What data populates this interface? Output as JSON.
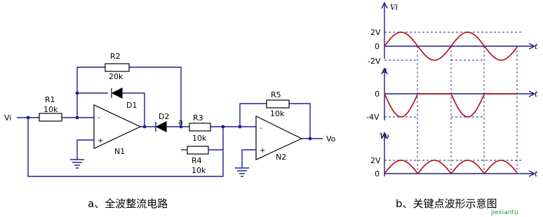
{
  "circuit": {
    "caption": "a、全波整流电路",
    "input": "Vi",
    "output": "Vo",
    "R1": {
      "name": "R1",
      "value": "10k"
    },
    "R2": {
      "name": "R2",
      "value": "20k"
    },
    "R3": {
      "name": "R3",
      "value": "10k"
    },
    "R4": {
      "name": "R4",
      "value": "10k"
    },
    "R5": {
      "name": "R5",
      "value": "10k"
    },
    "D1": "D1",
    "D2": "D2",
    "node_a": "a",
    "N1": "N1",
    "N2": "N2",
    "minus": "-",
    "plus": "+"
  },
  "waveforms": {
    "caption": "b、关键点波形示意图",
    "watermark": "jiexiantu",
    "time_label": "t",
    "panels": [
      {
        "name": "Vi",
        "ylabel": "Vi",
        "ticks": [
          "2V",
          "0",
          "-2V"
        ]
      },
      {
        "name": "a",
        "ylabel": "a",
        "ticks": [
          "0",
          "-4V"
        ]
      },
      {
        "name": "Vo",
        "ylabel": "Vo",
        "ticks": [
          "2V",
          "0"
        ]
      }
    ]
  },
  "colors": {
    "wire": "#1f1f8a",
    "wave": "#b4141e",
    "watermark": "#2e9a3c"
  }
}
